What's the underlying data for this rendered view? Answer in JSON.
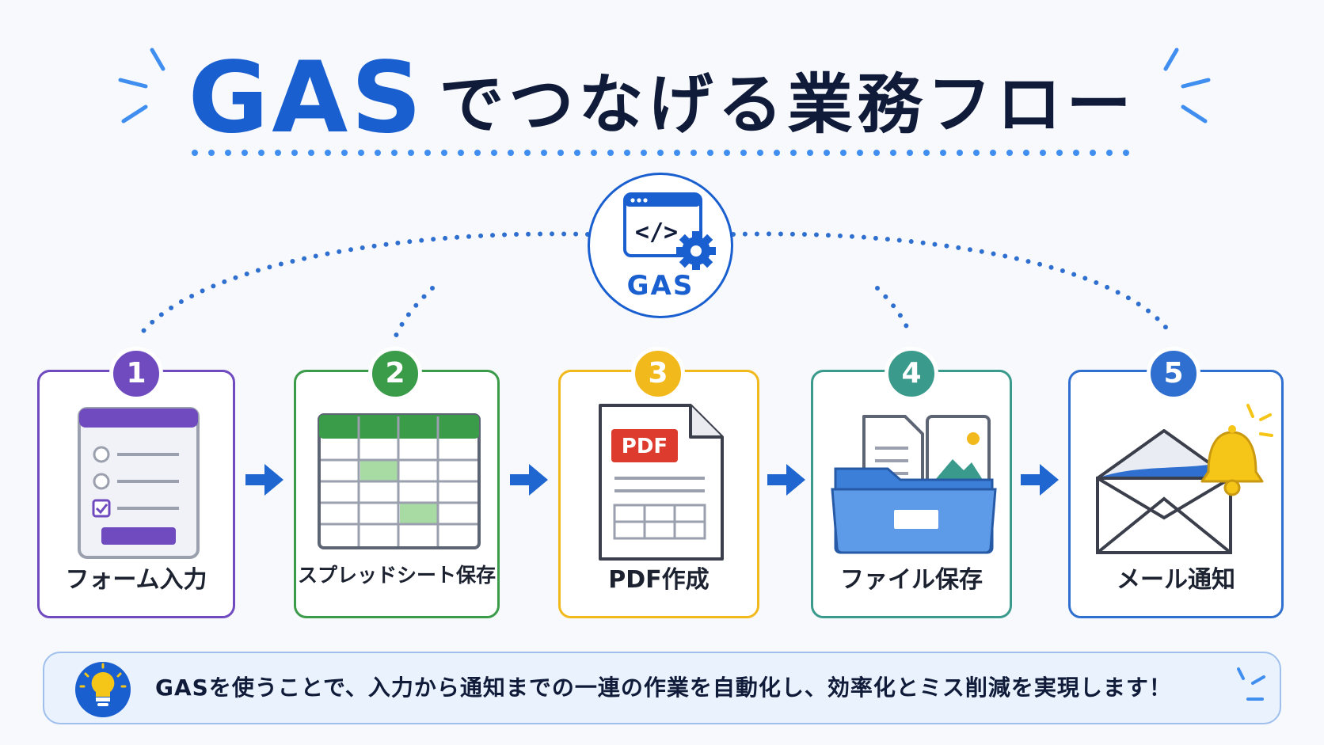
{
  "title": {
    "highlight": "GAS",
    "rest": "でつなげる業務フロー"
  },
  "hub": {
    "label": "GAS",
    "code_symbol": "</>"
  },
  "steps": [
    {
      "number": "1",
      "label": "フォーム入力",
      "color": "#6f4bbf"
    },
    {
      "number": "2",
      "label": "スプレッドシート保存",
      "color": "#3a9b48"
    },
    {
      "number": "3",
      "label": "PDF作成",
      "color": "#f2b91c"
    },
    {
      "number": "4",
      "label": "ファイル保存",
      "color": "#3a9a8c"
    },
    {
      "number": "5",
      "label": "メール通知",
      "color": "#2f6fcf"
    }
  ],
  "pdf_icon_text": "PDF",
  "note": {
    "text": "GASを使うことで、入力から通知までの一連の作業を自動化し、効率化とミス削減を実現します！"
  },
  "colors": {
    "brand_blue": "#1a5fd0",
    "navy": "#0f1b38",
    "arrow_blue": "#1f66d1"
  }
}
